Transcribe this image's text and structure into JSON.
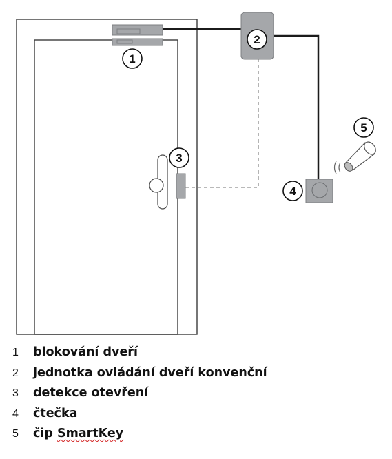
{
  "callouts": [
    {
      "number": "1",
      "component": "door-lock"
    },
    {
      "number": "2",
      "component": "control-unit"
    },
    {
      "number": "3",
      "component": "open-sensor"
    },
    {
      "number": "4",
      "component": "reader"
    },
    {
      "number": "5",
      "component": "smartkey-chip"
    }
  ],
  "legend": [
    {
      "number": "1",
      "label": "blokování dveří"
    },
    {
      "number": "2",
      "label": "jednotka ovládání dveří konvenční"
    },
    {
      "number": "3",
      "label": "detekce otevření"
    },
    {
      "number": "4",
      "label": "čtečka"
    },
    {
      "number": "5",
      "label_prefix": "čip ",
      "label_brand": "SmartKey"
    }
  ],
  "colors": {
    "device_fill": "#a5a7aa",
    "device_stroke": "#7d7f82",
    "wire": "#1b1b1b",
    "dashed_wire": "#a2a2a2",
    "outline": "#3c3c3c"
  }
}
